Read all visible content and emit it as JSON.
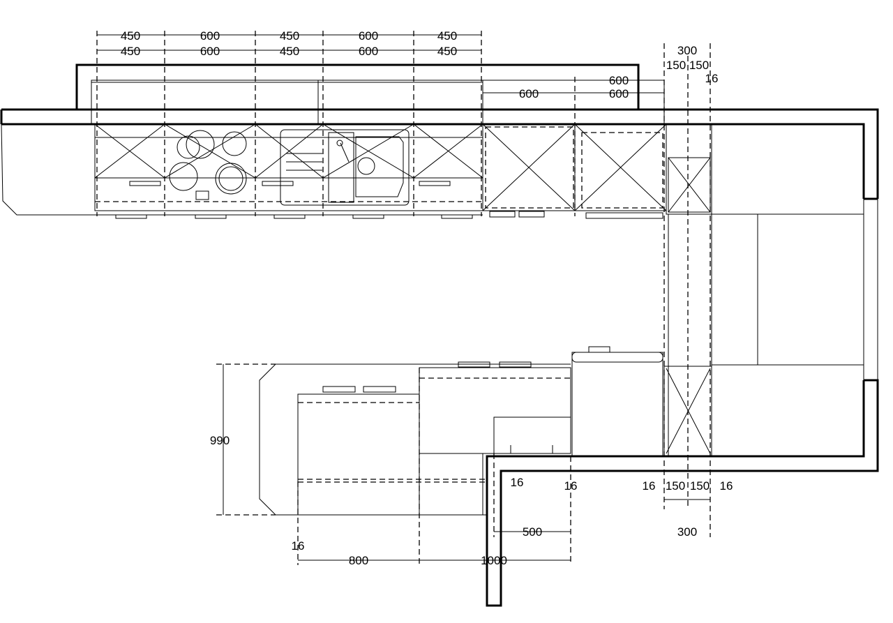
{
  "title": "Kitchen floor plan",
  "dimensions": {
    "upper_row1": [
      "450",
      "600",
      "450",
      "600",
      "450"
    ],
    "upper_row2": [
      "450",
      "600",
      "450",
      "600",
      "450"
    ],
    "right_upper_a": "600",
    "right_upper_b": "600",
    "right_upper_c": "600",
    "column_top_total": "300",
    "column_top_split_1": "150",
    "column_top_split_2": "150",
    "column_top_16": "16",
    "island_depth": "990",
    "island_gap_16": "16",
    "bottom_16_a": "16",
    "bottom_16_b": "16",
    "column_bottom_split_1": "150",
    "column_bottom_split_2": "150",
    "bottom_16_c": "16",
    "bottom_500": "500",
    "column_bottom_total": "300",
    "left_16": "16",
    "bottom_800": "800",
    "bottom_1000": "1000"
  }
}
